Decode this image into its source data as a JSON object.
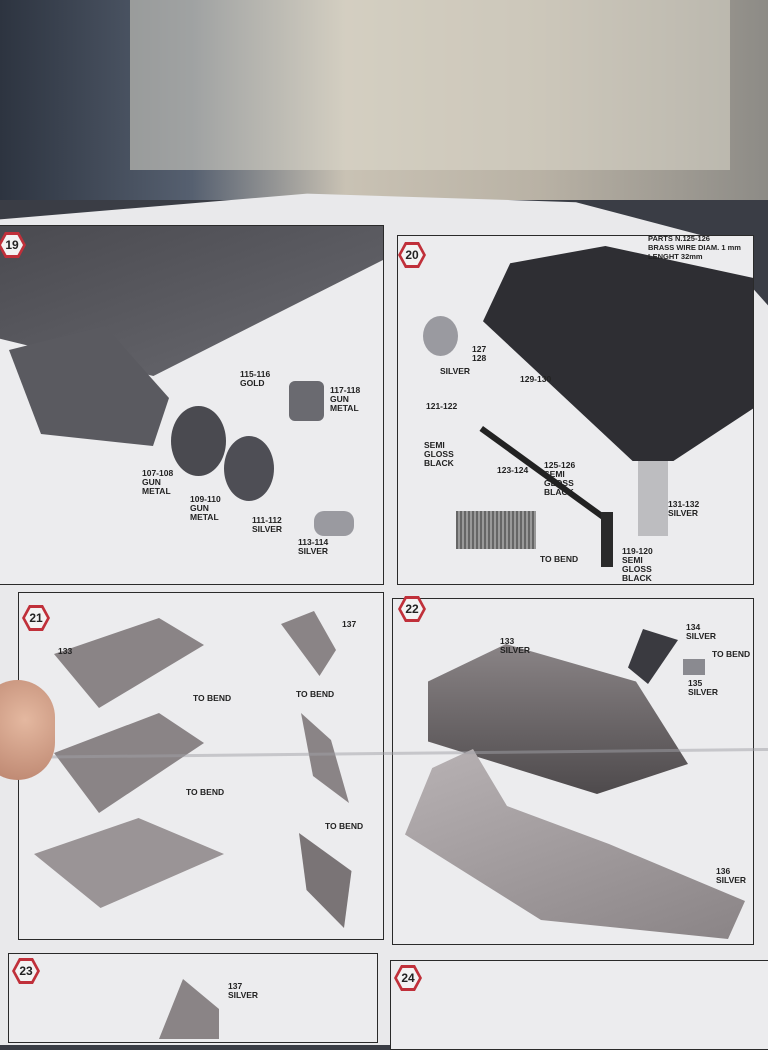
{
  "steps": [
    {
      "number": "19",
      "labels": [
        "115-116\nGOLD",
        "117-118\nGUN\nMETAL",
        "107-108\nGUN\nMETAL",
        "109-110\nGUN\nMETAL",
        "111-112\nSILVER",
        "113-114\nSILVER"
      ]
    },
    {
      "number": "20",
      "note": "PARTS N.125-126\nBRASS WIRE DIAM. 1 mm\nLENGHT 32mm",
      "labels": [
        "127\n128",
        "SILVER",
        "129-130",
        "121-122",
        "SEMI\nGLOSS\nBLACK",
        "123-124",
        "125-126\nSEMI\nGLOSS\nBLACK",
        "131-132\nSILVER",
        "TO BEND",
        "119-120\nSEMI\nGLOSS\nBLACK"
      ]
    },
    {
      "number": "21",
      "labels": [
        "133",
        "137",
        "TO BEND",
        "TO BEND",
        "TO BEND",
        "TO BEND"
      ]
    },
    {
      "number": "22",
      "labels": [
        "133\nSILVER",
        "134\nSILVER",
        "TO BEND",
        "135\nSILVER",
        "136\nSILVER"
      ]
    },
    {
      "number": "23",
      "labels": [
        "137\nSILVER"
      ]
    },
    {
      "number": "24",
      "labels": []
    }
  ],
  "colors": {
    "hex_border": "#c0303a",
    "part": "#8a8486",
    "dark_part": "#2e2e33",
    "wire_red": "#d8363a",
    "wire_blue": "#4a90d0"
  }
}
